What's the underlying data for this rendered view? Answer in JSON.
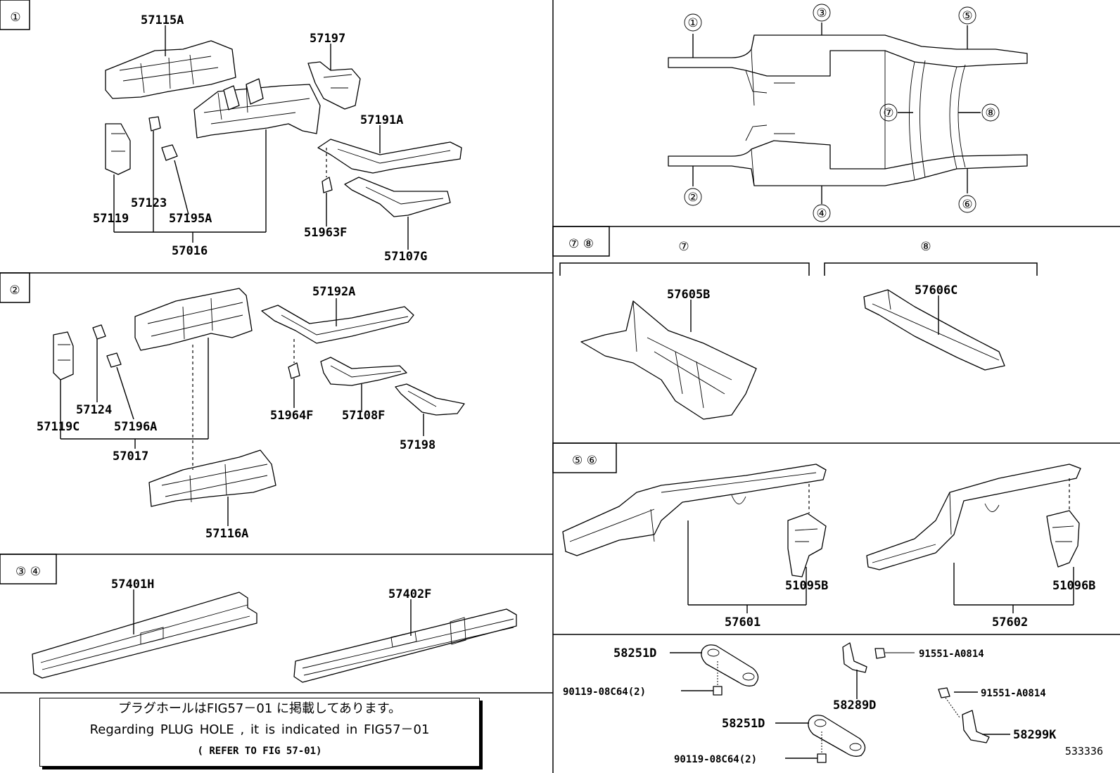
{
  "sections": {
    "s1_tag": "①",
    "s2_tag": "②",
    "s34_tag": "③ ④",
    "s78_tag": "⑦ ⑧",
    "s56_tag": "⑤ ⑥"
  },
  "overview": {
    "c1": "①",
    "c2": "②",
    "c3": "③",
    "c4": "④",
    "c5": "⑤",
    "c6": "⑥",
    "c7": "⑦",
    "c8": "⑧"
  },
  "sub78": {
    "left": "⑦",
    "right": "⑧"
  },
  "parts": {
    "p57115A": "57115A",
    "p57197": "57197",
    "p57191A": "57191A",
    "p57123": "57123",
    "p57119": "57119",
    "p57195A": "57195A",
    "p51963F": "51963F",
    "p57016": "57016",
    "p57107G": "57107G",
    "p57192A": "57192A",
    "p57124": "57124",
    "p57119C": "57119C",
    "p57196A": "57196A",
    "p51964F": "51964F",
    "p57108F": "57108F",
    "p57017": "57017",
    "p57198": "57198",
    "p57116A": "57116A",
    "p57401H": "57401H",
    "p57402F": "57402F",
    "p57605B": "57605B",
    "p57606C": "57606C",
    "p51095B": "51095B",
    "p51096B": "51096B",
    "p57601": "57601",
    "p57602": "57602",
    "p58251D_a": "58251D",
    "p58251D_b": "58251D",
    "p90119_a": "90119-08C64(2)",
    "p90119_b": "90119-08C64(2)",
    "p91551_a": "91551-A0814",
    "p91551_b": "91551-A0814",
    "p58289D": "58289D",
    "p58299K": "58299K"
  },
  "note": {
    "line1": "プラグホールはFIG57－01 に掲載してあります。",
    "line2": "Regarding PLUG HOLE , it is indicated in FIG57－01",
    "line3": "( REFER TO FIG 57-01)"
  },
  "figure_code": "533336"
}
